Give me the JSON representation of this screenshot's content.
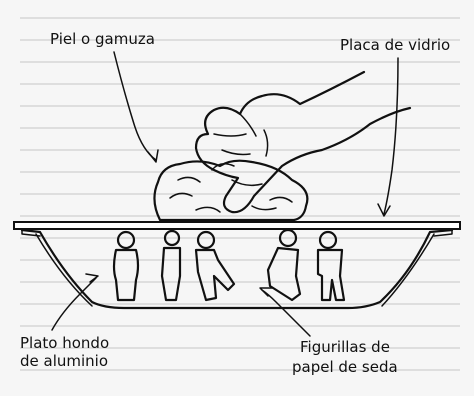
{
  "labels": {
    "skin": "Piel o gamuza",
    "glass": "Placa de vidrio",
    "plate_line1": "Plato hondo",
    "plate_line2": "de aluminio",
    "figures_line1": "Figurillas de",
    "figures_line2": "papel de seda"
  },
  "icons": [
    "hand-icon",
    "chamois-cloth-icon",
    "glass-plate-icon",
    "aluminum-bowl-icon",
    "paper-figure-icon"
  ],
  "colors": {
    "ink": "#111111",
    "paper": "#f6f6f6",
    "show_through_text": "#cfcfcf"
  }
}
